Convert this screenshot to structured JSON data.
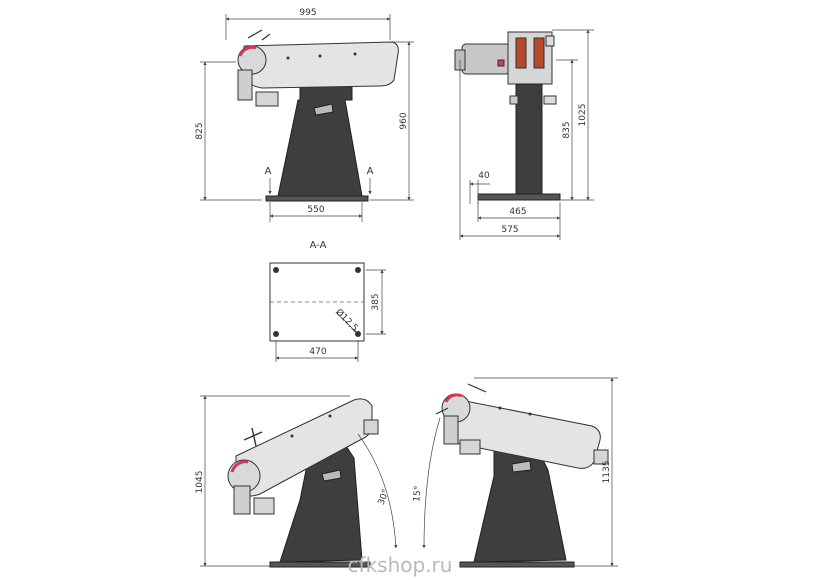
{
  "front_view": {
    "width_label": "995",
    "height_label": "960",
    "table_height_label": "825",
    "base_width_label": "550",
    "section_mark_left": "A",
    "section_mark_right": "A"
  },
  "side_view": {
    "height_label": "1025",
    "table_height_label": "835",
    "offset_label": "40",
    "base_inner_label": "465",
    "base_outer_label": "575"
  },
  "section_view": {
    "title": "A-A",
    "depth_label": "385",
    "width_label": "470",
    "hole_label": "Ø12,5"
  },
  "tilt_left": {
    "height_label": "1045",
    "angle_label": "30°"
  },
  "tilt_right": {
    "height_label": "1135",
    "angle_label": "15°"
  },
  "watermark": "cfkshop.ru",
  "colors": {
    "stand": "#3e3e3e",
    "body": "#e4e4e6",
    "accent": "#d23a5a"
  }
}
